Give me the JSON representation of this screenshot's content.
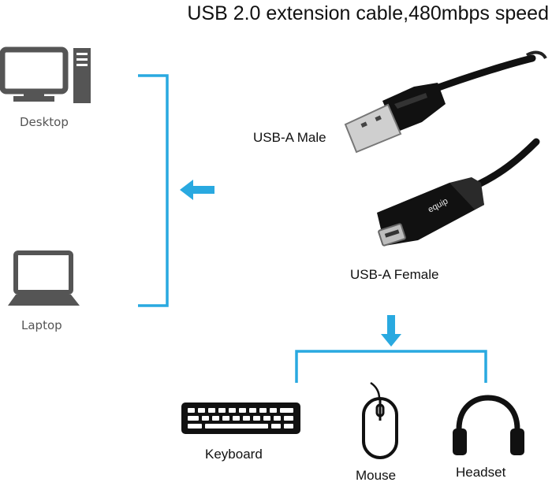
{
  "title": "USB 2.0 extension cable,480mbps speed",
  "hosts": {
    "desktop_label": "Desktop",
    "laptop_label": "Laptop"
  },
  "cable": {
    "male_label": "USB-A Male",
    "female_label": "USB-A Female",
    "brand_text": "equip"
  },
  "devices": {
    "keyboard_label": "Keyboard",
    "mouse_label": "Mouse",
    "headset_label": "Headset"
  },
  "colors": {
    "accent": "#29a9e0",
    "icon": "#555555",
    "device_icon": "#111111"
  }
}
